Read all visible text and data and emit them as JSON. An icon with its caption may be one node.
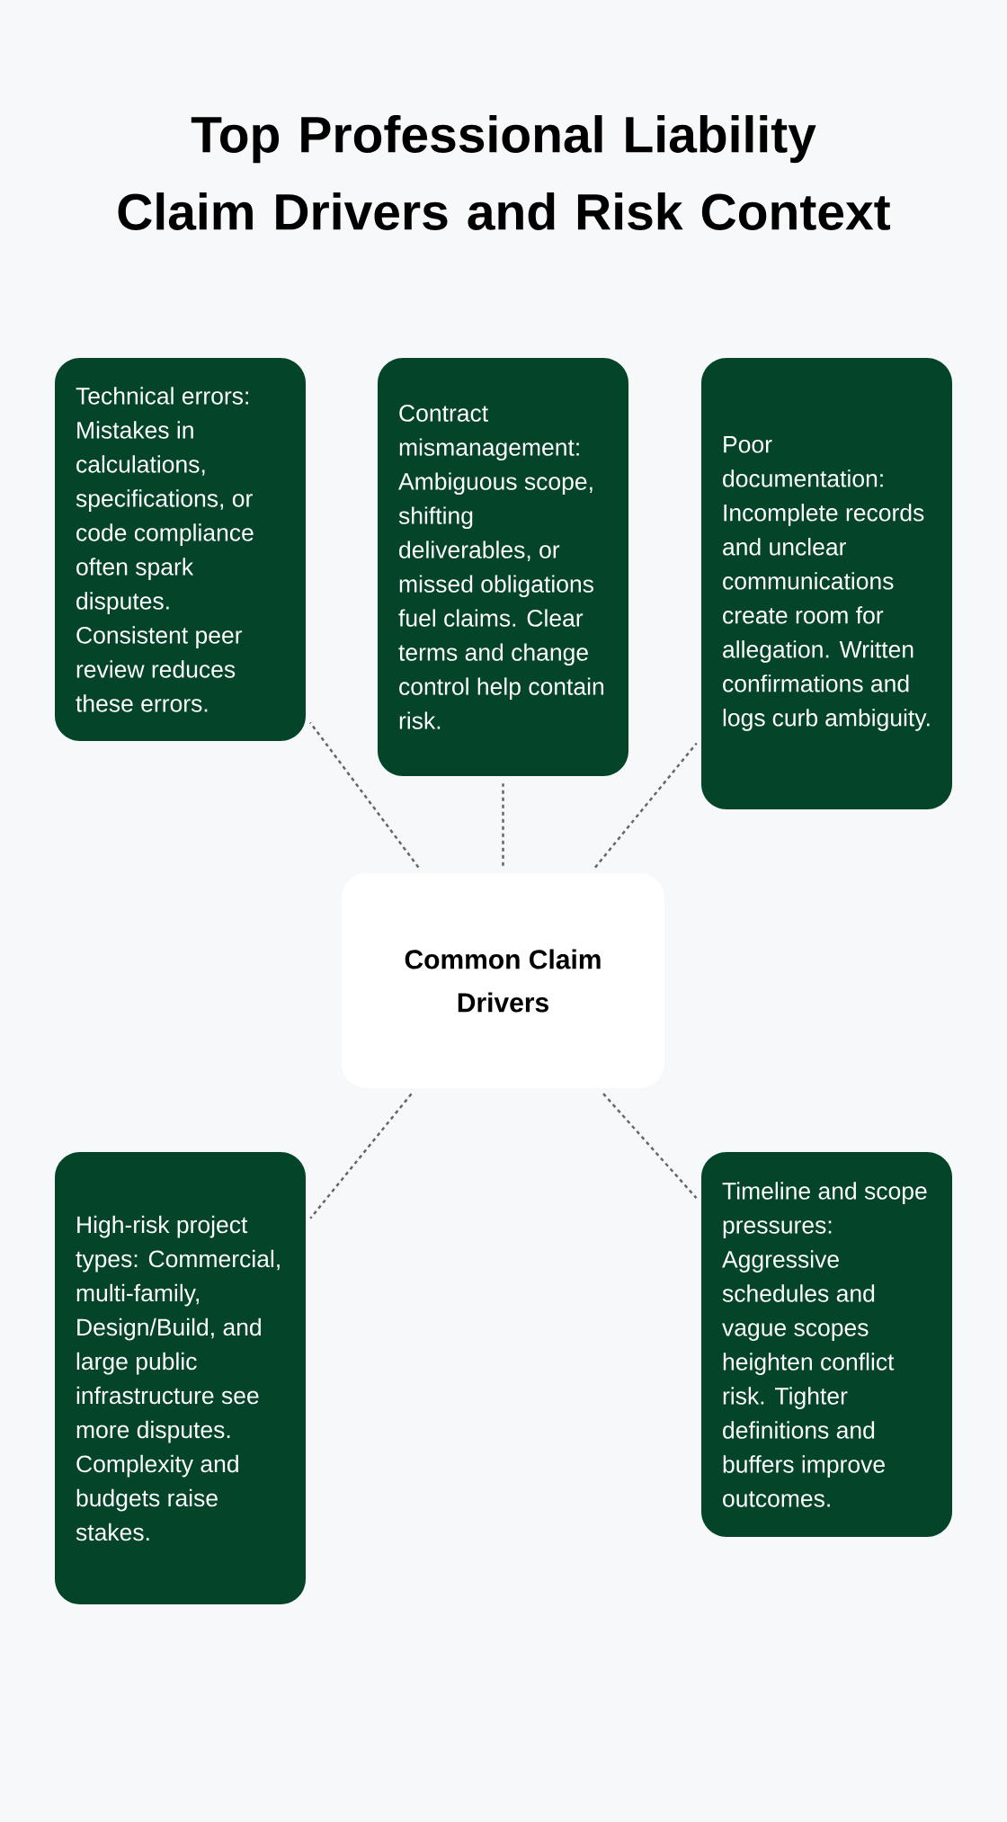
{
  "diagram": {
    "title": "Top Professional Liability Claim Drivers and Risk Context",
    "nodes": [
      {
        "text": [
          "Technical errors: Mistakes in calculations, specifications, or code compliance often spark disputes. Consistent peer review reduces these errors."
        ]
      },
      {
        "text": [
          "Contract mismanagement: Ambiguous scope, shifting deliverables, or missed obligations fuel claims. Clear terms and change control help contain risk."
        ]
      },
      {
        "text": [
          "Poor documentation: Incomplete records and unclear communications create room for allegation. Written confirmations and logs curb ambiguity."
        ]
      },
      {
        "text": [
          "Common Claim Drivers"
        ]
      },
      {
        "text": [
          "High-risk project types: Commercial, multi-family, Design/Build, and large public infrastructure see more disputes. Complexity and budgets raise stakes."
        ]
      },
      {
        "text": [
          "Timeline and scope pressures: Aggressive schedules and vague scopes heighten conflict risk. Tighter definitions and buffers improve outcomes."
        ]
      }
    ],
    "edges": [
      {
        "from": 3,
        "to": 0,
        "arrow": "none",
        "style": "dashed"
      },
      {
        "from": 3,
        "to": 1,
        "arrow": "none",
        "style": "dashed"
      },
      {
        "from": 3,
        "to": 2,
        "arrow": "none",
        "style": "dashed"
      },
      {
        "from": 3,
        "to": 4,
        "arrow": "none",
        "style": "dashed"
      },
      {
        "from": 3,
        "to": 5,
        "arrow": "none",
        "style": "dashed"
      }
    ]
  }
}
